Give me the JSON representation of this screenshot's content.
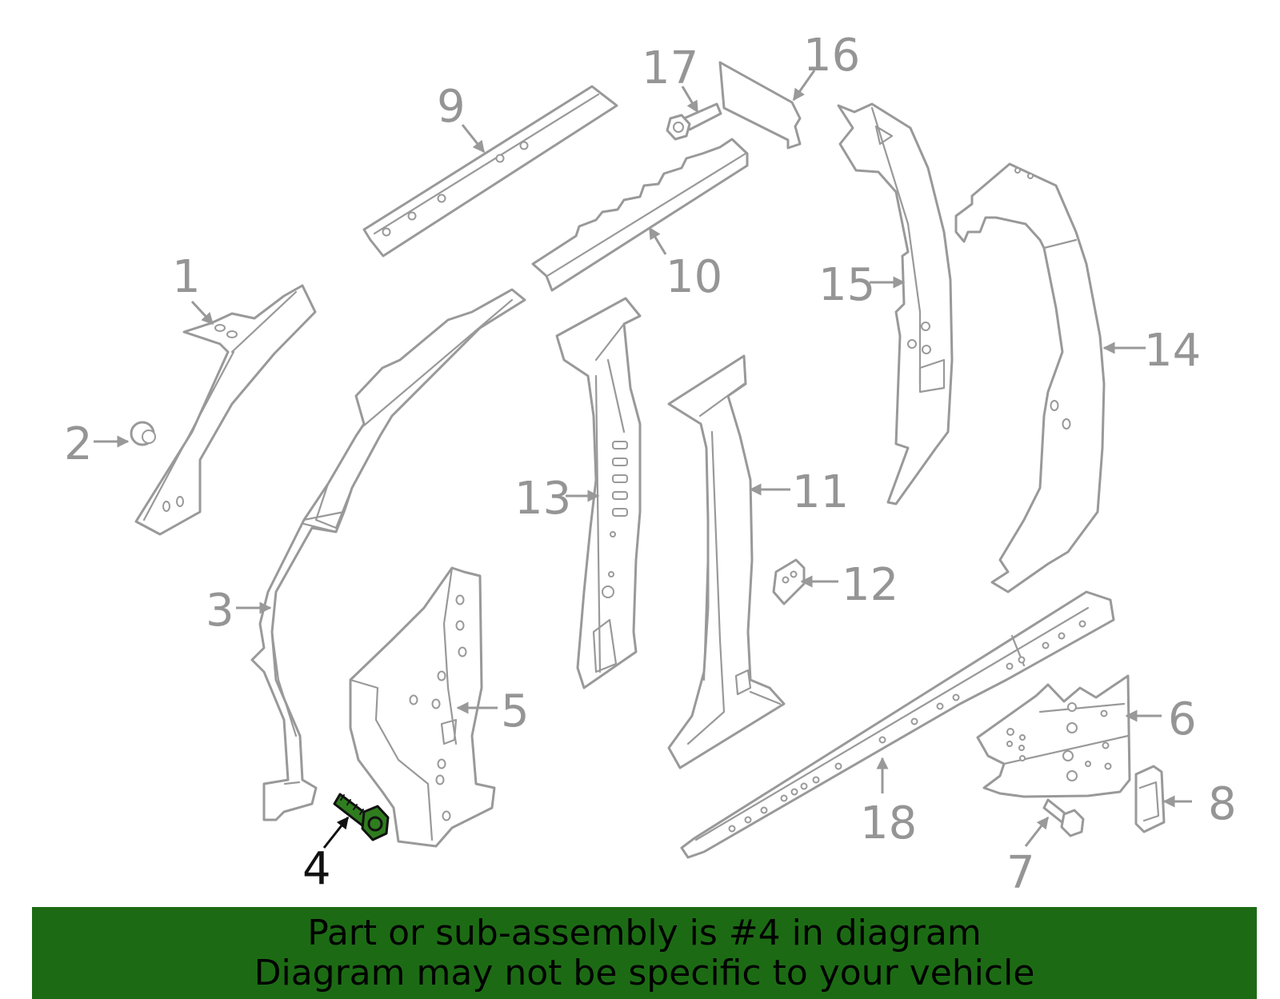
{
  "callouts": {
    "c1": "1",
    "c2": "2",
    "c3": "3",
    "c4": "4",
    "c5": "5",
    "c6": "6",
    "c7": "7",
    "c8": "8",
    "c9": "9",
    "c10": "10",
    "c11": "11",
    "c12": "12",
    "c13": "13",
    "c14": "14",
    "c15": "15",
    "c16": "16",
    "c17": "17",
    "c18": "18"
  },
  "highlighted_part": "4",
  "banner": {
    "line1": "Part or sub-assembly is #4 in diagram",
    "line2": "Diagram may not be specific to your vehicle"
  },
  "colors": {
    "line_art": "#999999",
    "highlight_fill": "#2f7d1f",
    "banner_bg": "#1c6b14",
    "banner_text": "#000000"
  }
}
